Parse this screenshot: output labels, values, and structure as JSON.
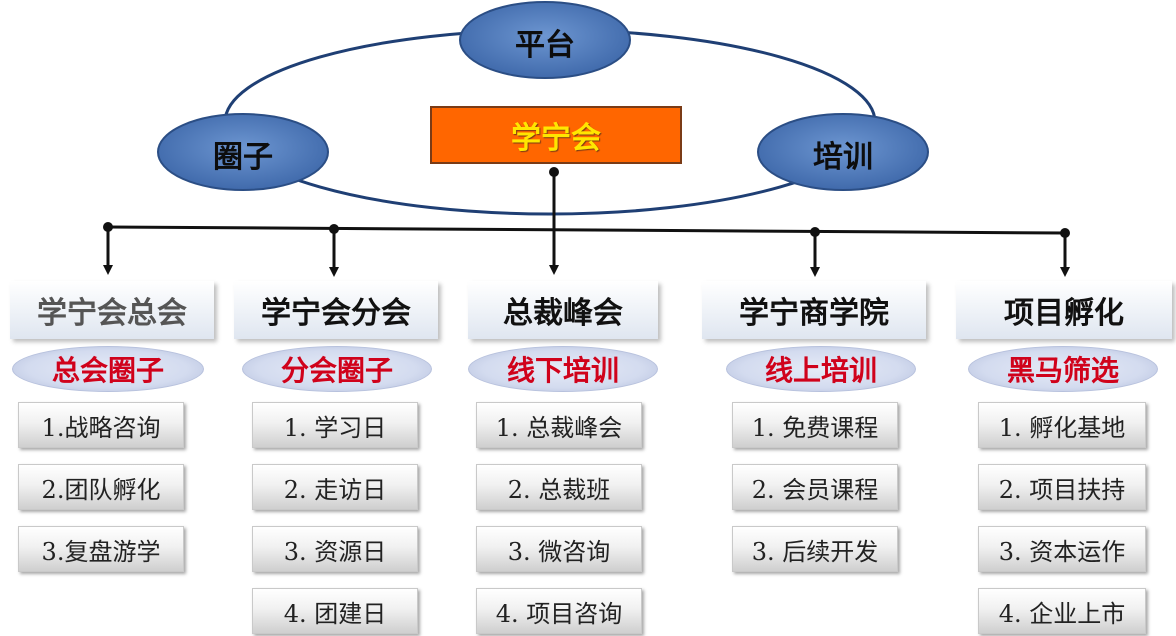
{
  "center": {
    "label": "学宁会"
  },
  "ring_nodes": {
    "top": "平台",
    "left": "圈子",
    "right": "培训"
  },
  "columns": [
    {
      "header": "学宁会总会",
      "sub": "总会圈子",
      "items": [
        "1.战略咨询",
        "2.团队孵化",
        "3.复盘游学"
      ]
    },
    {
      "header": "学宁会分会",
      "sub": "分会圈子",
      "items": [
        "1. 学习日",
        "2. 走访日",
        "3. 资源日",
        "4. 团建日"
      ]
    },
    {
      "header": "总裁峰会",
      "sub": "线下培训",
      "items": [
        "1. 总裁峰会",
        "2. 总裁班",
        "3. 微咨询",
        "4. 项目咨询"
      ]
    },
    {
      "header": "学宁商学院",
      "sub": "线上培训",
      "items": [
        "1. 免费课程",
        "2. 会员课程",
        "3. 后续开发"
      ]
    },
    {
      "header": "项目孵化",
      "sub": "黑马筛选",
      "items": [
        "1. 孵化基地",
        "2. 项目扶持",
        "3. 资本运作",
        "4. 企业上市"
      ]
    }
  ],
  "colors": {
    "ring_fill": "#4f7bbe",
    "center_fill": "#ff6600",
    "center_text": "#ffe600",
    "sub_text": "#d0021b"
  }
}
